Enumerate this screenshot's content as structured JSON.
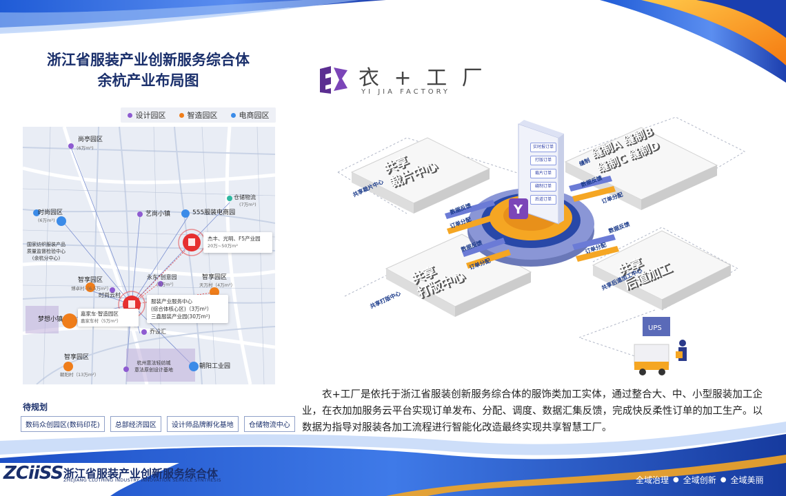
{
  "colors": {
    "navy": "#1a2f6b",
    "design": "#8e5bd1",
    "manufacture": "#ef7d1a",
    "ecommerce": "#3b8be8",
    "hub_red": "#e63030"
  },
  "title": {
    "line1": "浙江省服装产业创新服务综合体",
    "line2": "余杭产业布局图"
  },
  "legend": {
    "design": "设计园区",
    "manufacture": "智造园区",
    "ecommerce": "电商园区"
  },
  "map": {
    "labels": {
      "shangting": "尚亭园区",
      "shangting_area": "(6万m²)",
      "shibao": "时尚园区",
      "shibao_area": "(6万m²)",
      "guojia": "国家纺织服装产品\n质量监督检验中心\n(余杭分中心)",
      "yishang": "艺尚小镇",
      "cangchu": "仓储物流",
      "cangchu_area": "(7万m²)",
      "dianshang555": "555服装电商园",
      "jiefeng": "杰丰、光明、F5产业园",
      "jiefeng_area": "20万~50万m²",
      "zhihang_zhuo": "智享园区",
      "zhihang_zhuo_area": "博卓村（6.5万m²）",
      "zhihang_tian": "智享园区",
      "zhihang_tian_area": "天万村（4万m²）",
      "yongdong": "永东\"创意园",
      "yongdong_area": "（3万m²）",
      "shishang_yun": "时尚云村",
      "mengxiang": "梦想小镇",
      "jiajia": "嘉家车·智造园区",
      "jiajia_area": "嘉家车村（5万m²）",
      "jianchao": "乔设汇",
      "zhixiang2": "智享园区",
      "zhixiang2_area": "朝阳村（13万m²）",
      "hangzhou_design": "杭州意法轻纺城\n意法原创设计基地",
      "chaoyang": "朝阳工业园"
    },
    "hub_card": {
      "line1": "服装产业服务中心",
      "line2": "(综合体核心区)（3万m²）",
      "line3": "三鑫服装产业园(30万m²)"
    }
  },
  "planned": {
    "title": "待规划",
    "items": [
      "数码众创园区(数码印花)",
      "总部经济园区",
      "设计师品牌孵化基地",
      "仓储物流中心"
    ]
  },
  "brand": {
    "name": "衣 + 工 厂",
    "sub": "YI JIA FACTORY"
  },
  "diagram": {
    "hubs": {
      "top_left": "共享\n裁片中心",
      "top_left_tag": "共享裁片中心",
      "top_right": "缝制A 缝制B\n缝制C 缝制D",
      "top_right_tag": "缝制",
      "bottom_left": "共享\n打版中心",
      "bottom_left_tag": "共享打版中心",
      "bottom_right": "共享\n后道加工",
      "bottom_right_tag": "共享后道加工中心"
    },
    "screen_items": [
      "实时报订单",
      "打版订单",
      "裁片订单",
      "缝制订单",
      "后道订单"
    ],
    "arrows": {
      "a1": "数据反馈",
      "a2": "订单分配",
      "a3": "数据反馈",
      "a4": "订单分配",
      "a5": "数据反馈",
      "a6": "订单分配",
      "a7": "数据反馈",
      "a8": "订单分配"
    },
    "ups": "UPS"
  },
  "description": "衣+工厂是依托于浙江省服装创新服务综合体的服饰类加工实体，通过整合大、中、小型服装加工企业，在衣加加服务云平台实现订单发布、分配、调度、数据汇集反馈，完成快反柔性订单的加工生产。以数据为指导对服装各加工流程进行智能化改造最终实现共享智慧工厂。",
  "footer": {
    "logo": "ZCiiSS",
    "name_cn": "浙江省服装产业创新服务综合体",
    "name_en": "ZHEJIANG CLOTHING INDUSTRY INNOVATION SERVICE SYNTHESIS",
    "slogans": [
      "全域治理",
      "全域创新",
      "全域美丽"
    ]
  }
}
